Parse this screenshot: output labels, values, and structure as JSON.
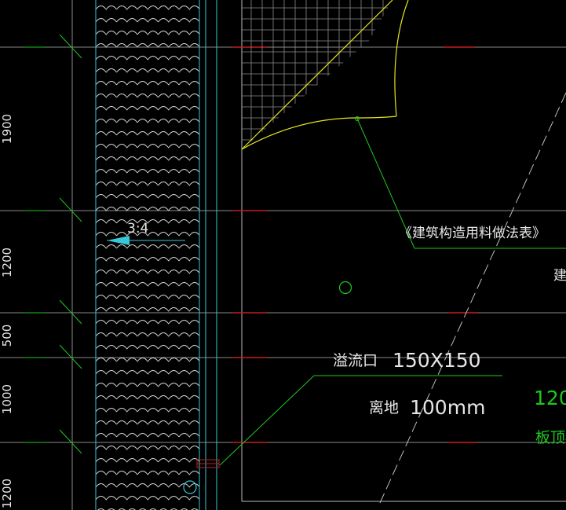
{
  "drawing": {
    "dimensions": {
      "d1900": "1900",
      "d1200a": "1200",
      "d500": "500",
      "d1000": "1000",
      "d1200b": "1200"
    },
    "slope_label": "3:4",
    "reference_note": "《建筑构造用料做法表》",
    "edge_cut_char": "建",
    "overflow_label": "溢流口",
    "overflow_size": "150X150",
    "height_label": "离地",
    "height_value": "100mm",
    "right_number": "120",
    "right_text": "板顶标",
    "colors": {
      "background": "#000000",
      "grid": "#8a8a8a",
      "cyan": "#36c8d8",
      "yellow": "#e6e61e",
      "green": "#1ec81e",
      "white_text": "#e6e6e6",
      "red": "#c81e1e",
      "dash": "#bdbdbd"
    }
  }
}
